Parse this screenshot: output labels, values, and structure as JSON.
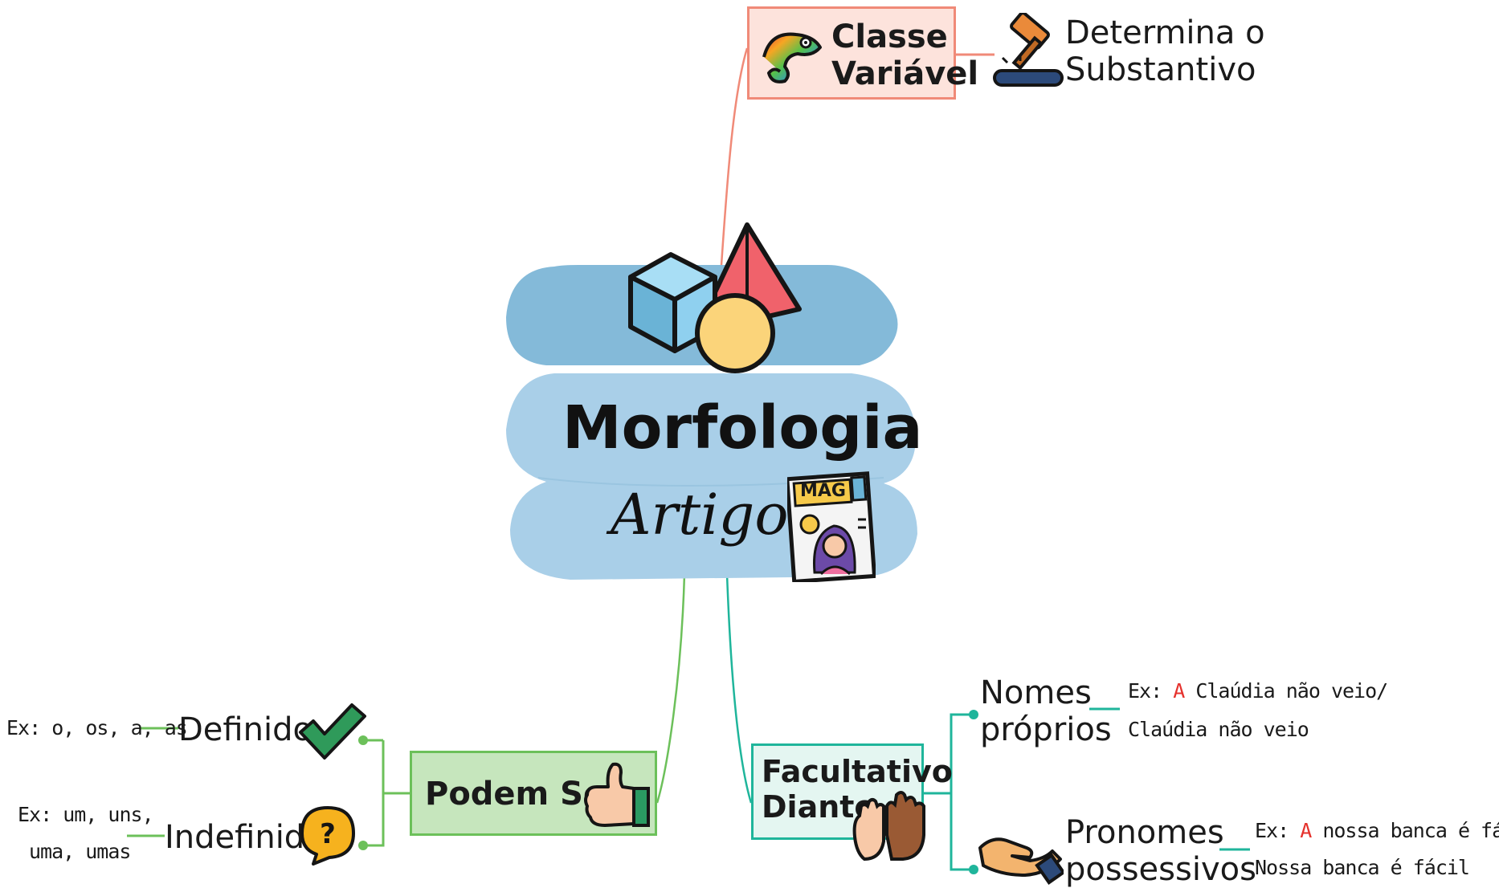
{
  "center": {
    "title": "Morfologia",
    "subtitle": "Artigo",
    "magazine_label": "MAG"
  },
  "top_node": {
    "label_line1": "Classe",
    "label_line2": "Variável",
    "icon": "chameleon-icon",
    "detail_icon": "gavel-icon",
    "detail_line1": "Determina o",
    "detail_line2": "Substantivo"
  },
  "left_node": {
    "label": "Podem Ser",
    "icon": "thumbs-up-icon",
    "children": [
      {
        "label": "Definido",
        "icon": "checkmark-icon",
        "example": "Ex: o, os, a, as"
      },
      {
        "label": "Indefinido",
        "icon": "question-bubble-icon",
        "example_line1": "Ex: um, uns,",
        "example_line2": "uma, umas"
      }
    ]
  },
  "right_node": {
    "label_line1": "Facultativo",
    "label_line2": "Diante",
    "icon": "raised-hands-icon",
    "children": [
      {
        "label_line1": "Nomes",
        "label_line2": "próprios",
        "example_prefix": "Ex: ",
        "example_highlight": "A",
        "example_rest": " Claúdia não veio/",
        "example_line2": "Claúdia não veio"
      },
      {
        "label_line1": "Pronomes",
        "label_line2": "possessivos",
        "icon": "giving-hand-icon",
        "example_prefix": "Ex: ",
        "example_highlight": "A",
        "example_rest": " nossa banca é fácil/",
        "example_line2": "Nossa banca é fácil"
      }
    ]
  },
  "colors": {
    "top_branch": "#f08a78",
    "top_box_fill": "#fde3dc",
    "left_branch": "#6cc05a",
    "left_box_fill": "#c6e6bd",
    "right_branch": "#1fb59b",
    "right_box_fill": "#e4f6f1",
    "cloud_dark": "#84bad9",
    "cloud_light": "#a9cfe8"
  }
}
